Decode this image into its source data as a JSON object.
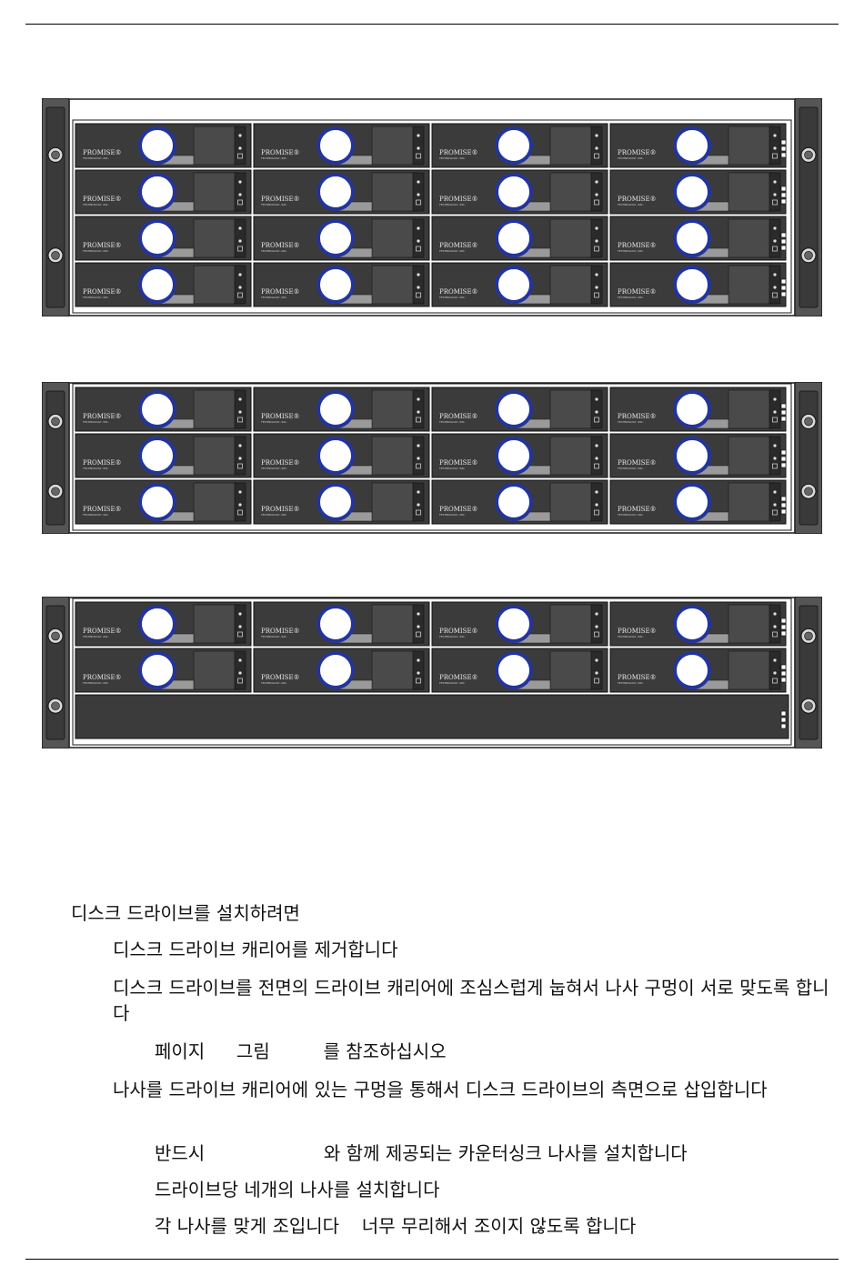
{
  "chassis": [
    {
      "id": "16-bay",
      "rows": 4,
      "cols": 4,
      "blank_rows": 0
    },
    {
      "id": "12-bay",
      "rows": 3,
      "cols": 4,
      "blank_rows": 0
    },
    {
      "id": "8-bay",
      "rows": 2,
      "cols": 4,
      "blank_rows": 1
    }
  ],
  "carrier": {
    "brand": "PROMISE",
    "trademark": "®",
    "sub": "TECHNOLOGY, INC."
  },
  "colors": {
    "carrier_face": "#3b3b3b",
    "latch_ring": "#23349a",
    "frame": "#1a1a1a",
    "ear": "#555555",
    "ear_inner": "#3a3a3a"
  },
  "instructions": {
    "heading": "디스크 드라이브를 설치하려면",
    "step1": "디스크 드라이브 캐리어를 제거합니다",
    "step2": "디스크 드라이브를 전면의 드라이브 캐리어에 조심스럽게 눕혀서 나사 구멍이 서로 맞도록 합니다",
    "step2_note_a": "페이지",
    "step2_note_b": "그림",
    "step2_note_c": "를 참조하십시오",
    "step3": "나사를 드라이브 캐리어에 있는 구멍을 통해서 디스크 드라이브의 측면으로 삽입합니다",
    "step3_note1_a": "반드시",
    "step3_note1_b": "와 함께 제공되는 카운터싱크 나사를 설치합니다",
    "step3_note2": "드라이브당 네개의 나사를 설치합니다",
    "step3_note3_a": "각 나사를 맞게 조입니다",
    "step3_note3_b": "너무 무리해서 조이지 않도록 합니다"
  }
}
